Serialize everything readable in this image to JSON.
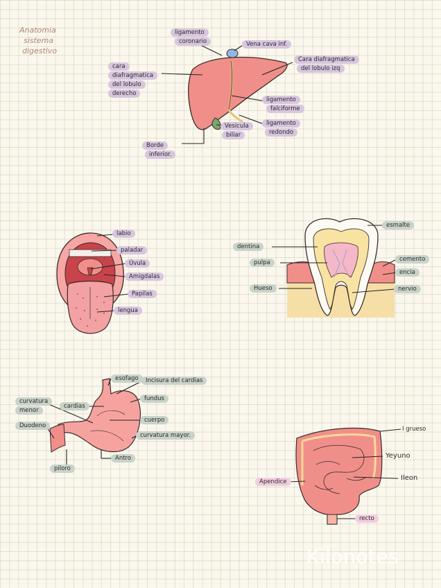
{
  "title": [
    "Anatomia",
    "sistema",
    "digestivo"
  ],
  "liver": {
    "ligamento_coronario": [
      "ligamento",
      "coronario"
    ],
    "vena_cava": "Vena cava inf.",
    "cara_izq": [
      "Cara diafragmatica",
      "del lobulo izq"
    ],
    "cara_der": [
      "cara",
      "diafragmatica",
      "del lobulo",
      "derecho"
    ],
    "ligamento_falciforme": [
      "ligamento",
      "falciforme"
    ],
    "ligamento_redondo": [
      "ligamento",
      "redondo"
    ],
    "vesicula": [
      "Vesicula",
      "biliar"
    ],
    "borde": [
      "Borde",
      "inferior."
    ]
  },
  "mouth": {
    "labio": "labio",
    "paladar": "paladar",
    "uvula": "Úvula",
    "amigdalas": "Amigdalas",
    "papilas": "Papilas",
    "lengua": "lengua"
  },
  "tooth": {
    "esmalte": "esmalte",
    "dentina": "dentina",
    "pulpa": "pulpa",
    "cemento": "cemento",
    "encia": "encia",
    "hueso": "Hueso",
    "nervio": "nervio"
  },
  "stomach": {
    "esofago": "esofago",
    "incisura": "Incisura del cardias",
    "curvatura_menor": [
      "curvatura",
      "menor"
    ],
    "cardias": "cardias",
    "fundus": "fundus",
    "duodeno": "Duodeno",
    "cuerpo": "cuerpo",
    "curvatura_mayor": "curvatura mayor.",
    "antro": "Antro",
    "piloro": "piloro"
  },
  "intestine": {
    "i_grueso": "I  grueso",
    "yeyuno": "Yeyuno",
    "ileon": "Ileon",
    "apendice": "Apendice",
    "recto": "recto"
  },
  "watermark": "Kilonotes",
  "colors": {
    "organ": "#f08f8a",
    "organ_dark": "#d26f6c",
    "purple_tag": "#d8c6de",
    "green_tag": "#c9d3c9"
  }
}
